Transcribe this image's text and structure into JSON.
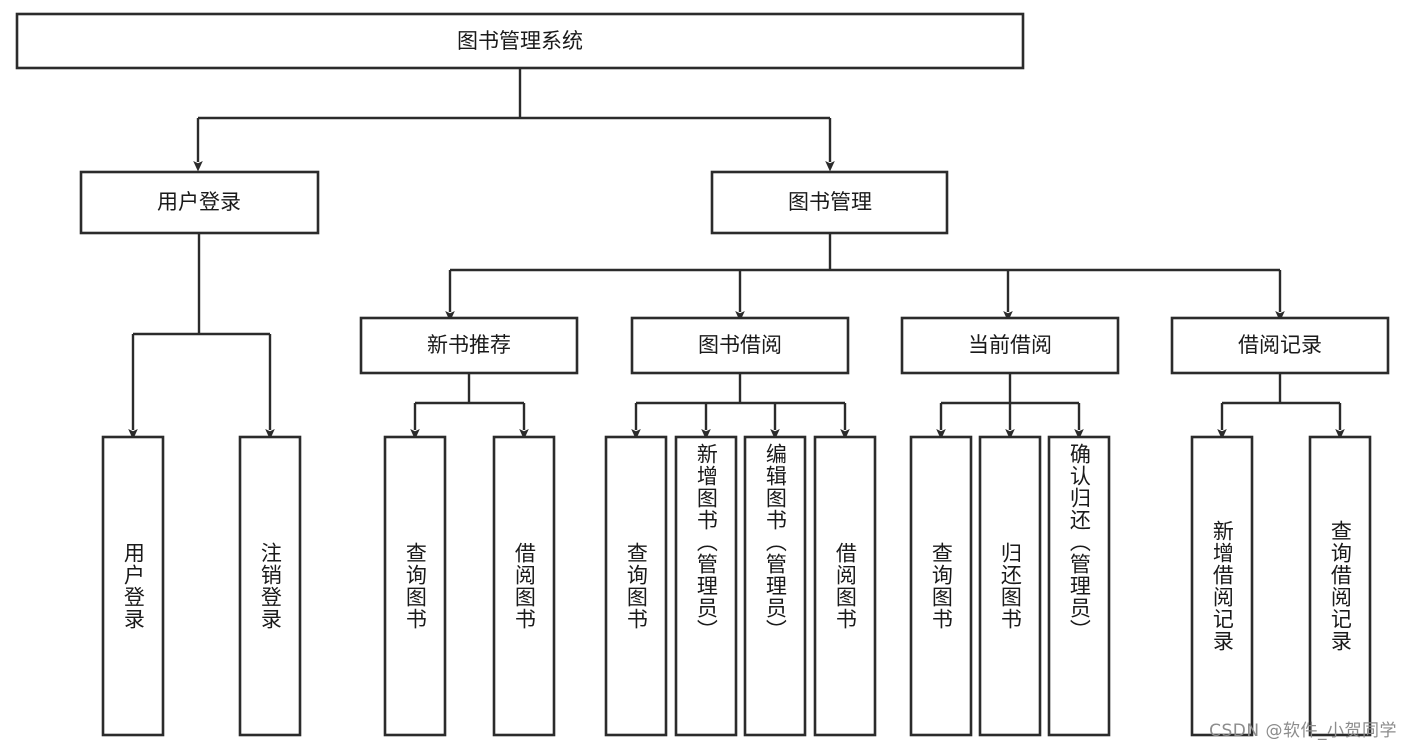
{
  "diagram": {
    "type": "hierarchy-tree",
    "title": "图书管理系统",
    "orientation": "top-down",
    "box_fill": "#ffffff",
    "box_stroke": "#2b2b2b",
    "text_color": "#1a1a1a",
    "levels": {
      "root": {
        "label": "图书管理系统"
      },
      "level2": [
        {
          "label": "用户登录"
        },
        {
          "label": "图书管理"
        }
      ],
      "level3": [
        {
          "label": "新书推荐"
        },
        {
          "label": "图书借阅"
        },
        {
          "label": "当前借阅"
        },
        {
          "label": "借阅记录"
        }
      ]
    },
    "leaves": {
      "user_login": [
        {
          "label": "用户登录"
        },
        {
          "label": "注销登录"
        }
      ],
      "new_book_recommend": [
        {
          "label": "查询图书"
        },
        {
          "label": "借阅图书"
        }
      ],
      "book_borrow": [
        {
          "label": "查询图书"
        },
        {
          "label": "新增图书（管理员）"
        },
        {
          "label": "编辑图书（管理员）"
        },
        {
          "label": "借阅图书"
        }
      ],
      "current_borrow": [
        {
          "label": "查询图书"
        },
        {
          "label": "归还图书"
        },
        {
          "label": "确认归还（管理员）"
        }
      ],
      "borrow_record": [
        {
          "label": "新增借阅记录"
        },
        {
          "label": "查询借阅记录"
        }
      ]
    }
  },
  "watermark": {
    "text": "CSDN @软件_小贺同学"
  }
}
